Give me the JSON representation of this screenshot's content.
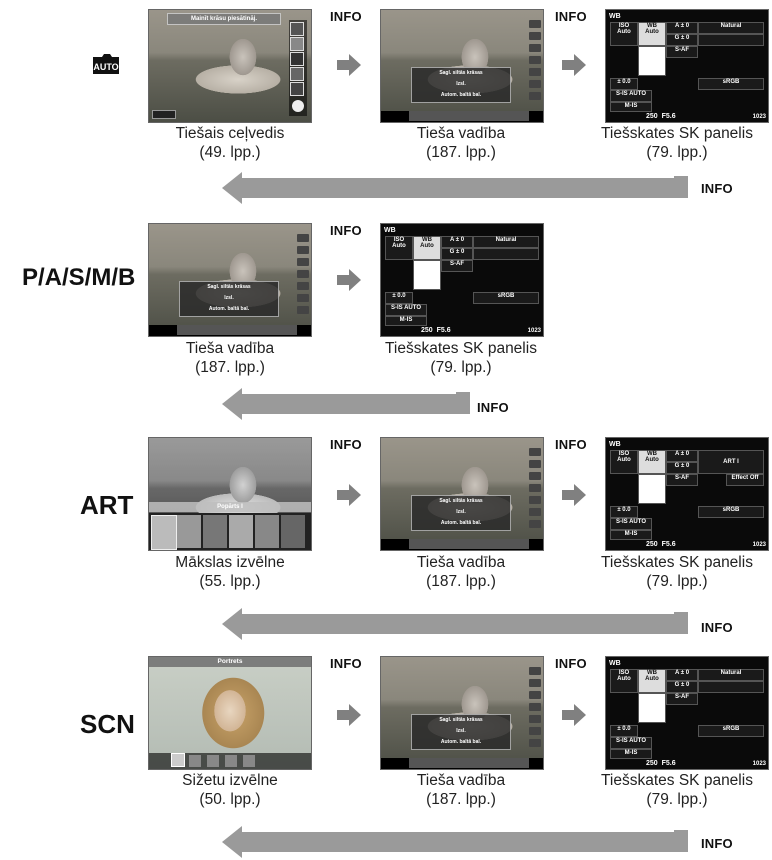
{
  "mode_labels": {
    "auto": "AUTO",
    "pasmb": "P/A/S/M/B",
    "art": "ART",
    "scn": "SCN"
  },
  "info_label": "INFO",
  "row1": {
    "screen1_banner": "Mainīt krāsu piesātināj.",
    "screen_mid_text": [
      "Sagl. siltās krāsas",
      "Izsl.",
      "Autom. baltā bal."
    ],
    "captions": [
      {
        "title": "Tiešais ceļvedis",
        "page": "(49. lpp.)"
      },
      {
        "title": "Tieša vadība",
        "page": "(187. lpp.)"
      },
      {
        "title": "Tiešskates SK panelis",
        "page": "(79. lpp.)"
      }
    ]
  },
  "row2": {
    "captions": [
      {
        "title": "Tieša vadība",
        "page": "(187. lpp.)"
      },
      {
        "title": "Tiešskates SK panelis",
        "page": "(79. lpp.)"
      }
    ]
  },
  "row3": {
    "screen1_banner": "Popārts I",
    "captions": [
      {
        "title": "Mākslas izvēlne",
        "page": "(55. lpp.)"
      },
      {
        "title": "Tieša vadība",
        "page": "(187. lpp.)"
      },
      {
        "title": "Tiešskates SK panelis",
        "page": "(79. lpp.)"
      }
    ]
  },
  "row4": {
    "screen1_banner": "Portrets",
    "captions": [
      {
        "title": "Sižetu izvēlne",
        "page": "(50. lpp.)"
      },
      {
        "title": "Tieša vadība",
        "page": "(187. lpp.)"
      },
      {
        "title": "Tiešskates SK panelis",
        "page": "(79. lpp.)"
      }
    ]
  },
  "sk_panel": {
    "wb": "WB",
    "iso": "ISO",
    "auto": "Auto",
    "a": "A ± 0",
    "g": "G ± 0",
    "picture": "Natural",
    "saf": "S-AF",
    "sgrb": "sRGB",
    "sis": "S-IS AUTO",
    "mis": "M-IS",
    "exp": "± 0.0",
    "shutter": "250",
    "fnum": "F5.6",
    "count": "1023",
    "art_mode": "ART I",
    "effect": "Effect Off"
  },
  "colors": {
    "arrow_gray": "#808080",
    "return_arrow": "#9a9a9a"
  }
}
